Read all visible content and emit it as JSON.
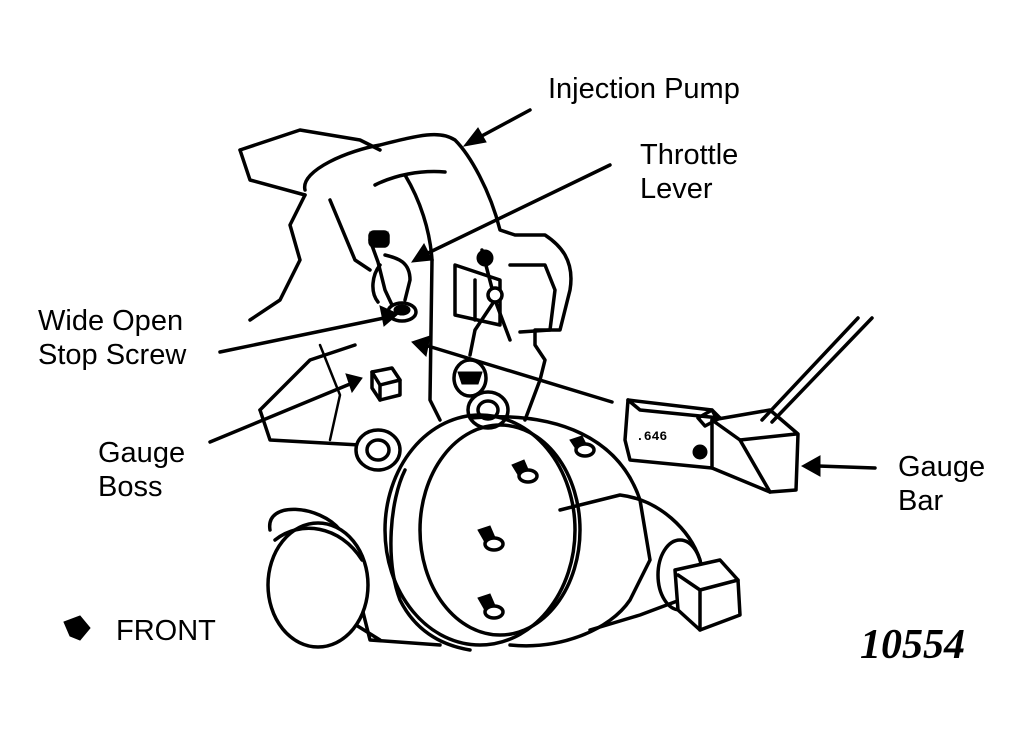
{
  "diagram": {
    "figure_number": "10554",
    "labels": {
      "injection_pump": "Injection Pump",
      "throttle_lever": [
        "Throttle",
        "Lever"
      ],
      "wide_open_stop_screw": [
        "Wide Open",
        "Stop Screw"
      ],
      "gauge_boss": [
        "Gauge",
        "Boss"
      ],
      "gauge_bar": [
        "Gauge",
        "Bar"
      ],
      "front": "FRONT",
      "gauge_bar_marking": ".646"
    },
    "colors": {
      "ink": "#000000",
      "paper": "#ffffff"
    }
  }
}
